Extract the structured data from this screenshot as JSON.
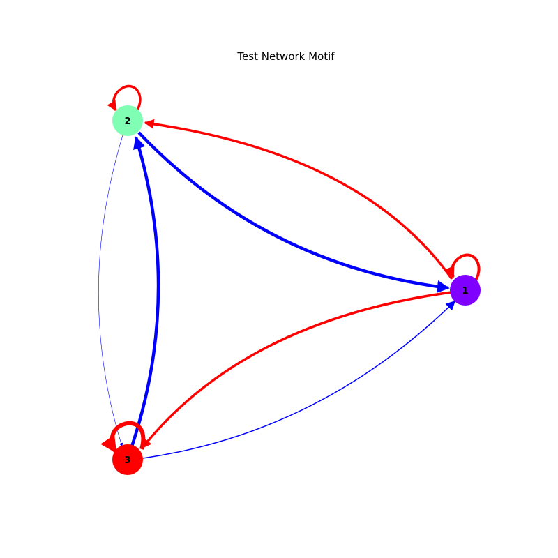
{
  "title": "Test Network Motif",
  "colors": {
    "excitatory": "#ff0000",
    "inhibitory": "#0000ff"
  },
  "nodes": [
    {
      "id": "1",
      "label": "1",
      "color": "#8000ff"
    },
    {
      "id": "2",
      "label": "2",
      "color": "#80ffb4"
    },
    {
      "id": "3",
      "label": "3",
      "color": "#ff0000"
    }
  ],
  "edges": [
    {
      "source": "1",
      "target": "2",
      "color": "red"
    },
    {
      "source": "2",
      "target": "1",
      "color": "blue"
    },
    {
      "source": "1",
      "target": "3",
      "color": "red"
    },
    {
      "source": "3",
      "target": "1",
      "color": "blue"
    },
    {
      "source": "2",
      "target": "3",
      "color": "blue"
    },
    {
      "source": "3",
      "target": "2",
      "color": "blue"
    },
    {
      "source": "1",
      "target": "1",
      "color": "red"
    },
    {
      "source": "2",
      "target": "2",
      "color": "red"
    },
    {
      "source": "3",
      "target": "3",
      "color": "red"
    }
  ]
}
